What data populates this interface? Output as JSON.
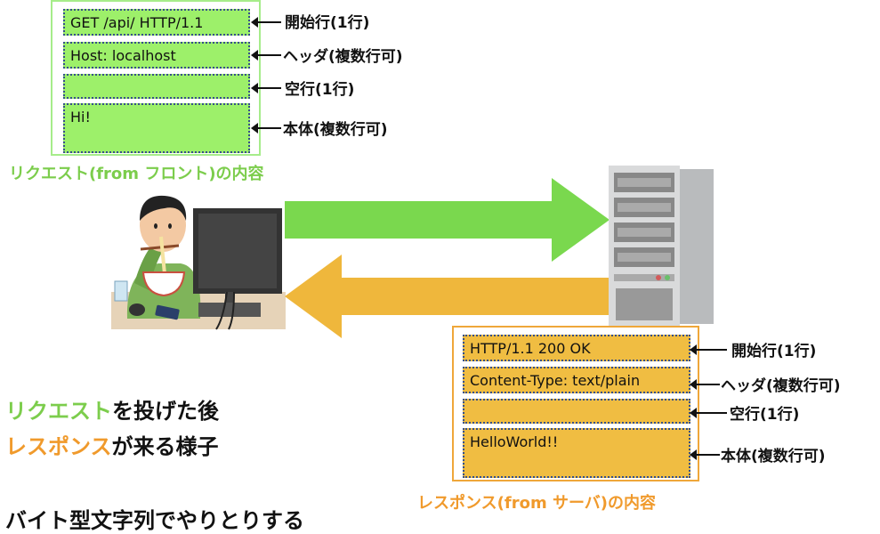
{
  "request": {
    "rows": [
      "GET /api/ HTTP/1.1",
      "Host: localhost",
      "",
      "Hi!"
    ],
    "labels": [
      "開始行(1行)",
      "ヘッダ(複数行可)",
      "空行(1行)",
      "本体(複数行可)"
    ],
    "caption": "リクエスト(from フロント)の内容"
  },
  "response": {
    "rows": [
      "HTTP/1.1 200 OK",
      "Content-Type: text/plain",
      "",
      "HelloWorld!!"
    ],
    "labels": [
      "開始行(1行)",
      "ヘッダ(複数行可)",
      "空行(1行)",
      "本体(複数行可)"
    ],
    "caption": "レスポンス(from サーバ)の内容"
  },
  "summary": {
    "line1_highlight": "リクエスト",
    "line1_rest": "を投げた後",
    "line2_highlight": "レスポンス",
    "line2_rest": "が来る様子",
    "line3": "バイト型文字列でやりとりする"
  },
  "colors": {
    "request_green": "#7ad84e",
    "response_orange": "#efb73c",
    "request_text": "#7ccd4c",
    "response_text": "#f09a2c"
  }
}
